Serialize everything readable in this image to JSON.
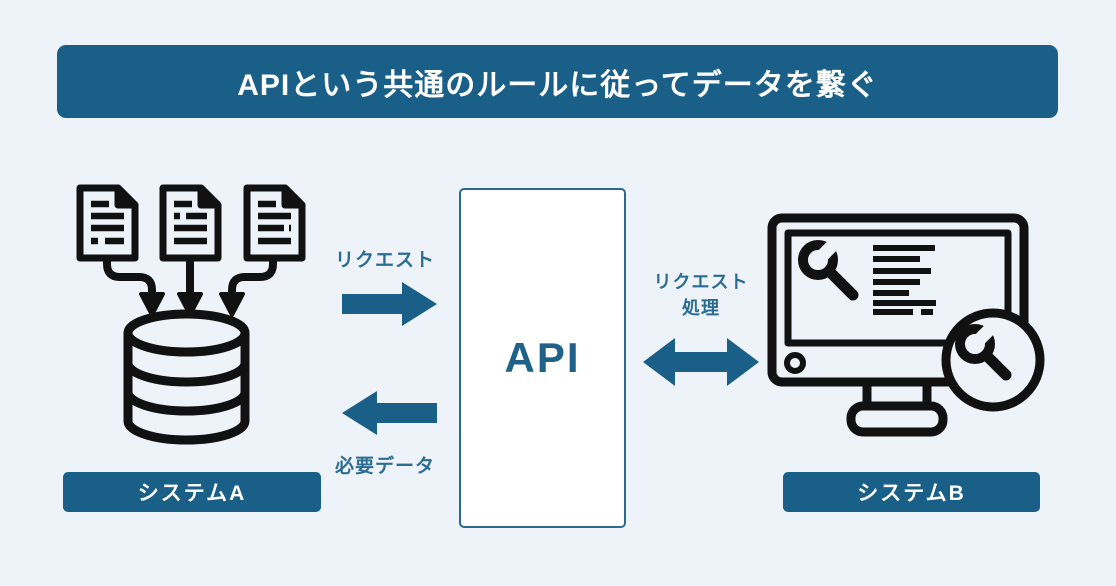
{
  "title": "APIという共通のルールに従ってデータを繋ぐ",
  "api": {
    "label": "API"
  },
  "left_system": {
    "label": "システムA"
  },
  "right_system": {
    "label": "システムB"
  },
  "flow": {
    "request": "リクエスト",
    "required_data": "必要データ",
    "request_processing_line1": "リクエスト",
    "request_processing_line2": "処理"
  },
  "icons": {
    "left": "documents-into-database-icon",
    "right": "monitor-with-wrench-and-magnifier-icon",
    "arrows": [
      "right-arrow",
      "left-arrow",
      "bidirectional-arrow"
    ]
  },
  "colors": {
    "background": "#eef3f9",
    "teal_solid": "#1a5f87",
    "teal_text": "#2b6d92",
    "api_text": "#1f6189",
    "icon_black": "#111111",
    "api_box_background": "#ffffff",
    "banner_text": "#ffffff"
  }
}
